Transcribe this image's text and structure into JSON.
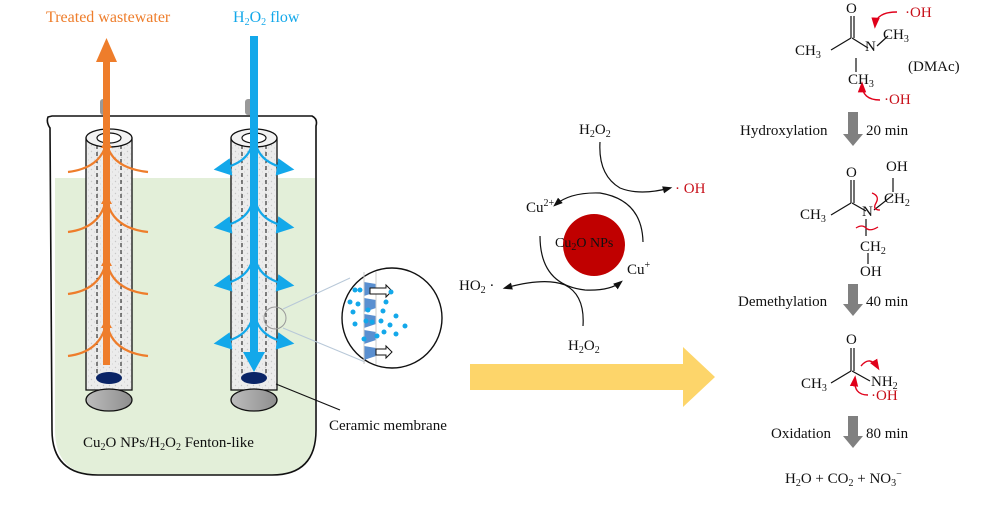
{
  "reactor": {
    "outflow_label": "Treated wastewater",
    "inflow_label_main": "H",
    "inflow_sub1": "2",
    "inflow_mid": "O",
    "inflow_sub2": "2",
    "inflow_tail": " flow",
    "reactor_caption": {
      "a": "Cu",
      "a_sub": "2",
      "b": "O NPs/H",
      "b_sub": "2",
      "c": "O",
      "c_sub": "2",
      "d": " Fenton-like"
    },
    "membrane_label": "Ceramic membrane"
  },
  "cycle": {
    "nps_label": {
      "a": "Cu",
      "a_sub": "2",
      "b": "O NPs"
    },
    "cu2": {
      "a": "Cu",
      "sup": "2+"
    },
    "cu1": {
      "a": "Cu",
      "sup": "+"
    },
    "h2o2_top": {
      "a": "H",
      "s1": "2",
      "b": "O",
      "s2": "2"
    },
    "h2o2_bottom": {
      "a": "H",
      "s1": "2",
      "b": "O",
      "s2": "2"
    },
    "oh_radical": "· OH",
    "ho2_radical": {
      "a": "HO",
      "s": "2",
      "b": " ·"
    }
  },
  "pathway": {
    "dmac_label": "(DMAc)",
    "steps": [
      {
        "name": "Hydroxylation",
        "time": "20 min"
      },
      {
        "name": "Demethylation",
        "time": "40 min"
      },
      {
        "name": "Oxidation",
        "time": "80 min"
      }
    ],
    "radical": "·OH",
    "atoms": {
      "O": "O",
      "N": "N",
      "CH3": "CH",
      "CH2": "CH",
      "OH": "OH",
      "NH2": "NH",
      "sub2": "2",
      "sub3": "3"
    },
    "products": {
      "a": "H",
      "s1": "2",
      "b": "O + CO",
      "s2": "2",
      "c": " + NO",
      "s3": "3",
      "sup": "−"
    }
  },
  "colors": {
    "orange": "#ee7d2b",
    "blue": "#13a8ea",
    "liquid": "#e3efd9",
    "nps_red": "#c00000",
    "big_arrow": "#fdd56a",
    "step_arrow": "#808080",
    "radical_red": "#c8101a"
  }
}
